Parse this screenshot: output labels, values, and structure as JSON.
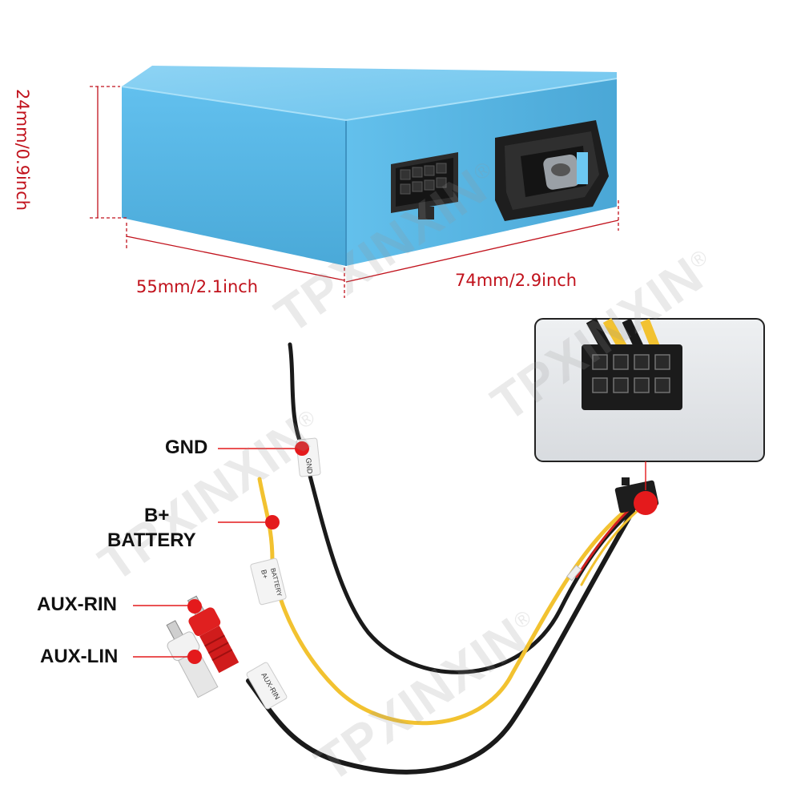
{
  "watermark": {
    "text": "TPXINXIN",
    "mark": "®"
  },
  "dimensions": {
    "height": "24mm/0.9inch",
    "depth": "55mm/2.1inch",
    "width": "74mm/2.9inch"
  },
  "labels": {
    "gnd": "GND",
    "b_plus": "B+",
    "battery": "BATTERY",
    "aux_rin": "AUX-RIN",
    "aux_lin": "AUX-LIN"
  },
  "wire_tags": {
    "gnd": "GND",
    "battery_line1": "B+",
    "battery_line2": "BATTERY",
    "aux_rin": "AUX-RIN"
  },
  "colors": {
    "box_blue": "#5ab9e8",
    "dimension_red": "#c1121c",
    "callout_dot": "#e41a1c",
    "rca_red": "#e02020",
    "rca_white": "#eeeeee",
    "wire_yellow": "#f2c230",
    "wire_black": "#1a1a1a"
  }
}
